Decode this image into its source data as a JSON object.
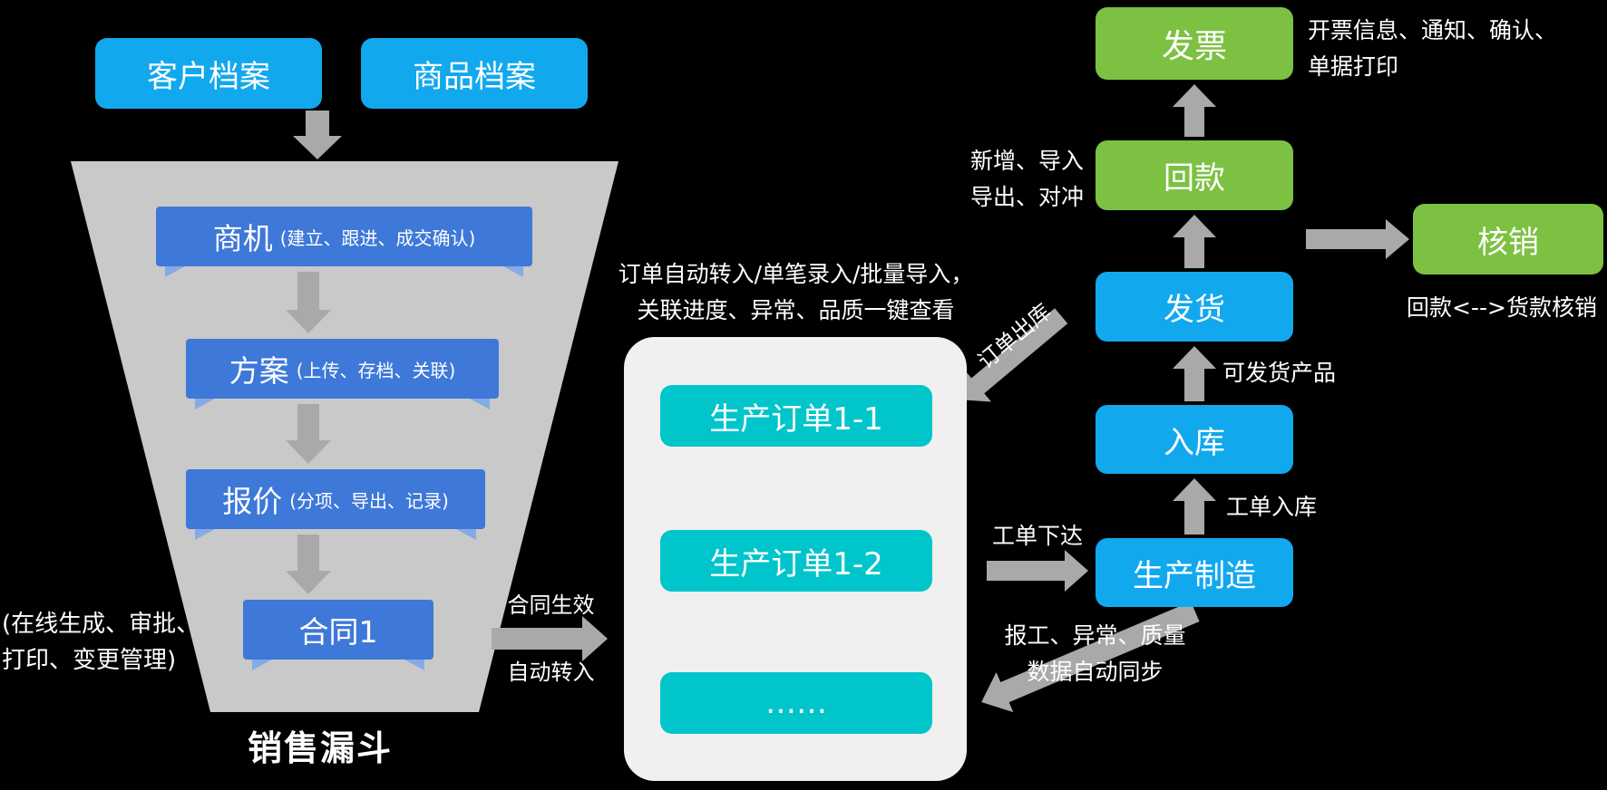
{
  "colors": {
    "bright_blue": "#12A8EE",
    "stage_blue": "#3E78D8",
    "teal": "#00C5CB",
    "green": "#7DC142",
    "arrow_gray": "#A9A9A9",
    "funnel_gray": "#C9C9C9",
    "container_gray": "#F0F0F0",
    "background": "#000000"
  },
  "top_boxes": {
    "customer": "客户档案",
    "product": "商品档案"
  },
  "funnel": {
    "title": "销售漏斗",
    "side_note": [
      "(在线生成、审批、",
      "打印、变更管理)"
    ],
    "stages": [
      {
        "main": "商机",
        "sub": "(建立、跟进、成交确认)"
      },
      {
        "main": "方案",
        "sub": "(上传、存档、关联)"
      },
      {
        "main": "报价",
        "sub": "(分项、导出、记录)"
      },
      {
        "main": "合同1",
        "sub": ""
      }
    ]
  },
  "transfer": {
    "line1": "合同生效",
    "line2": "自动转入"
  },
  "orders": {
    "note": [
      "订单自动转入/单笔录入/批量导入，",
      "关联进度、异常、品质一键查看"
    ],
    "items": [
      "生产订单1-1",
      "生产订单1-2",
      "……"
    ]
  },
  "chain": {
    "invoice": "发票",
    "payment": "回款",
    "shipping": "发货",
    "inbound": "入库",
    "manufacturing": "生产制造",
    "writeoff": "核销"
  },
  "labels": {
    "invoice_note": [
      "开票信息、通知、确认、",
      "单据打印"
    ],
    "payment_note": [
      "新增、导入",
      "导出、对冲"
    ],
    "shippable": "可发货产品",
    "workorder_inbound": "工单入库",
    "workorder_issue": "工单下达",
    "order_outbound": "订单出库",
    "sync_note": [
      "报工、异常、质量",
      "数据自动同步"
    ],
    "writeoff_note": "回款<-->货款核销"
  }
}
